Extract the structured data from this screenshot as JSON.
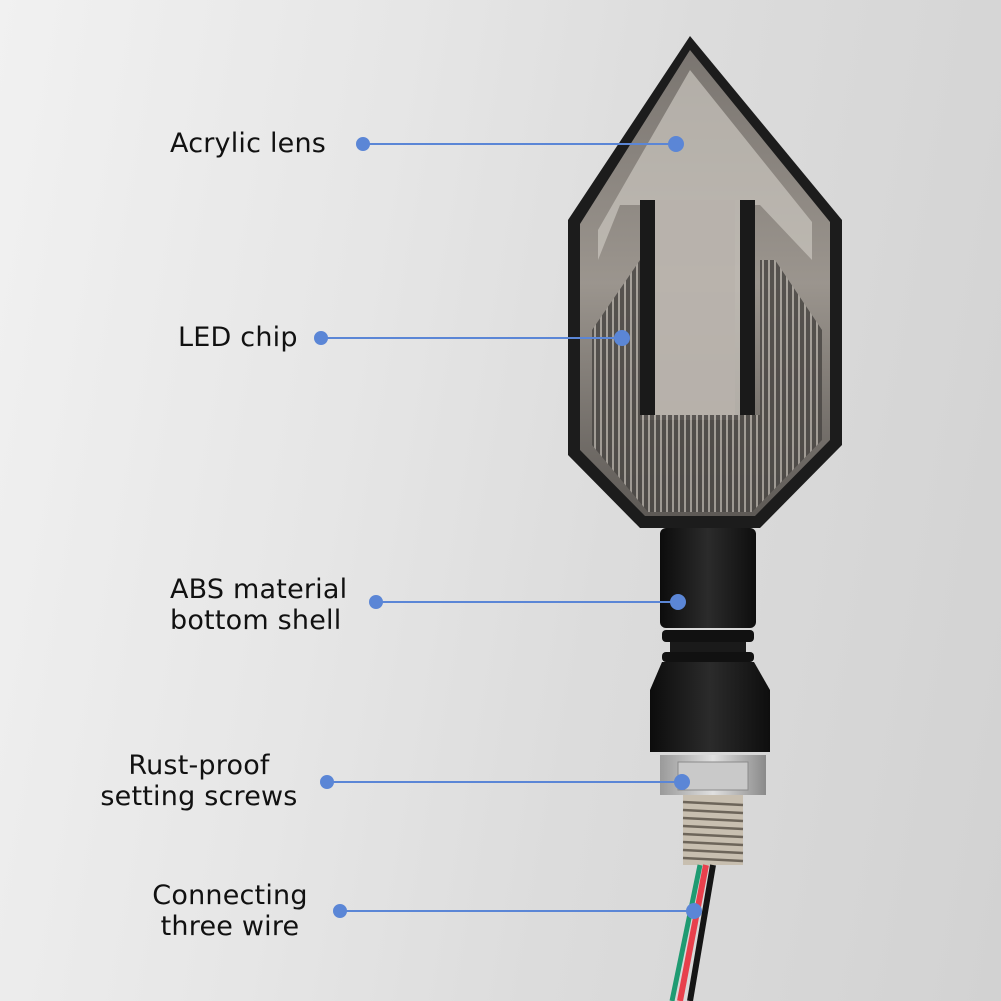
{
  "accent_color": "#5b86d6",
  "callouts": [
    {
      "id": "acrylic-lens",
      "lines": [
        "Acrylic lens"
      ],
      "text_align": "left",
      "dot_start": [
        363,
        144
      ],
      "dot_end": [
        676,
        144
      ]
    },
    {
      "id": "led-chip",
      "lines": [
        "LED chip"
      ],
      "text_align": "left",
      "dot_start": [
        321,
        338
      ],
      "dot_end": [
        622,
        338
      ]
    },
    {
      "id": "abs-shell",
      "lines": [
        "ABS material",
        "bottom shell"
      ],
      "text_align": "left",
      "dot_start": [
        376,
        602
      ],
      "dot_end": [
        678,
        602
      ]
    },
    {
      "id": "screws",
      "lines": [
        "Rust-proof",
        "setting screws"
      ],
      "text_align": "center",
      "dot_start": [
        327,
        782
      ],
      "dot_end": [
        682,
        782
      ]
    },
    {
      "id": "wire",
      "lines": [
        "Connecting",
        "three wire"
      ],
      "text_align": "center",
      "dot_start": [
        340,
        911
      ],
      "dot_end": [
        694,
        911
      ]
    }
  ]
}
